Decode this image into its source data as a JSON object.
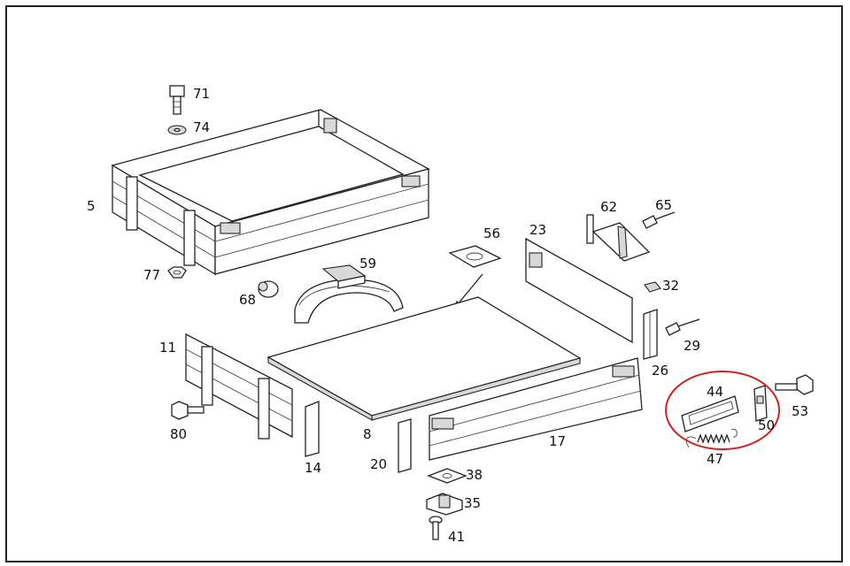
{
  "diagram": {
    "callouts": {
      "p71": "71",
      "p74": "74",
      "p5": "5",
      "p77": "77",
      "p68": "68",
      "p59": "59",
      "p56": "56",
      "p23": "23",
      "p62": "62",
      "p65": "65",
      "p32": "32",
      "p29": "29",
      "p26": "26",
      "p11": "11",
      "p80": "80",
      "p14": "14",
      "p8": "8",
      "p20": "20",
      "p17": "17",
      "p38": "38",
      "p35": "35",
      "p41": "41",
      "p44": "44",
      "p50": "50",
      "p47": "47",
      "p53": "53"
    },
    "highlight_color": "#cc2222",
    "line_color": "#222222"
  }
}
